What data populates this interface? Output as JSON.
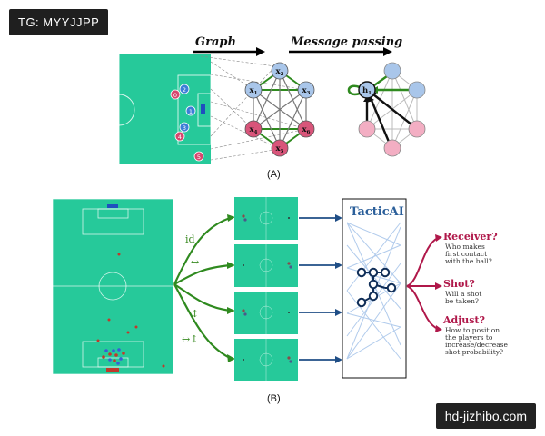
{
  "watermark_top": "TG: MYYJJPP",
  "watermark_bottom": "hd-jizhibo.com",
  "panel_a": {
    "graph_label": "Graph",
    "message_label": "Message passing",
    "caption": "(A)",
    "players": [
      "0",
      "2",
      "1",
      "3",
      "4",
      "5"
    ],
    "nodes": [
      "x",
      "2",
      "x",
      "1",
      "x",
      "3",
      "x",
      "4",
      "x",
      "6",
      "x",
      "5"
    ],
    "hnode": [
      "h",
      "1"
    ]
  },
  "panel_b": {
    "caption": "(B)",
    "tactic_title": "TacticAI",
    "transforms": [
      "id",
      "↔",
      "↕",
      "↔↕"
    ],
    "outputs": [
      {
        "title": "Receiver?",
        "sub": [
          "Who makes",
          "first contact",
          "with the ball?"
        ]
      },
      {
        "title": "Shot?",
        "sub": [
          "Will a shot",
          "be taken?"
        ]
      },
      {
        "title": "Adjust?",
        "sub": [
          "How to position",
          "the players to",
          "increase/decrease",
          "shot probability?"
        ]
      }
    ]
  },
  "colors": {
    "pitch": "#26c99a",
    "blue_node": "#a9c6ea",
    "red_node": "#d8557a",
    "pink_node": "#f3aec3",
    "arrow_green": "#2f8a1f",
    "arrow_blue": "#1f4e86",
    "arrow_red": "#b0184a"
  }
}
